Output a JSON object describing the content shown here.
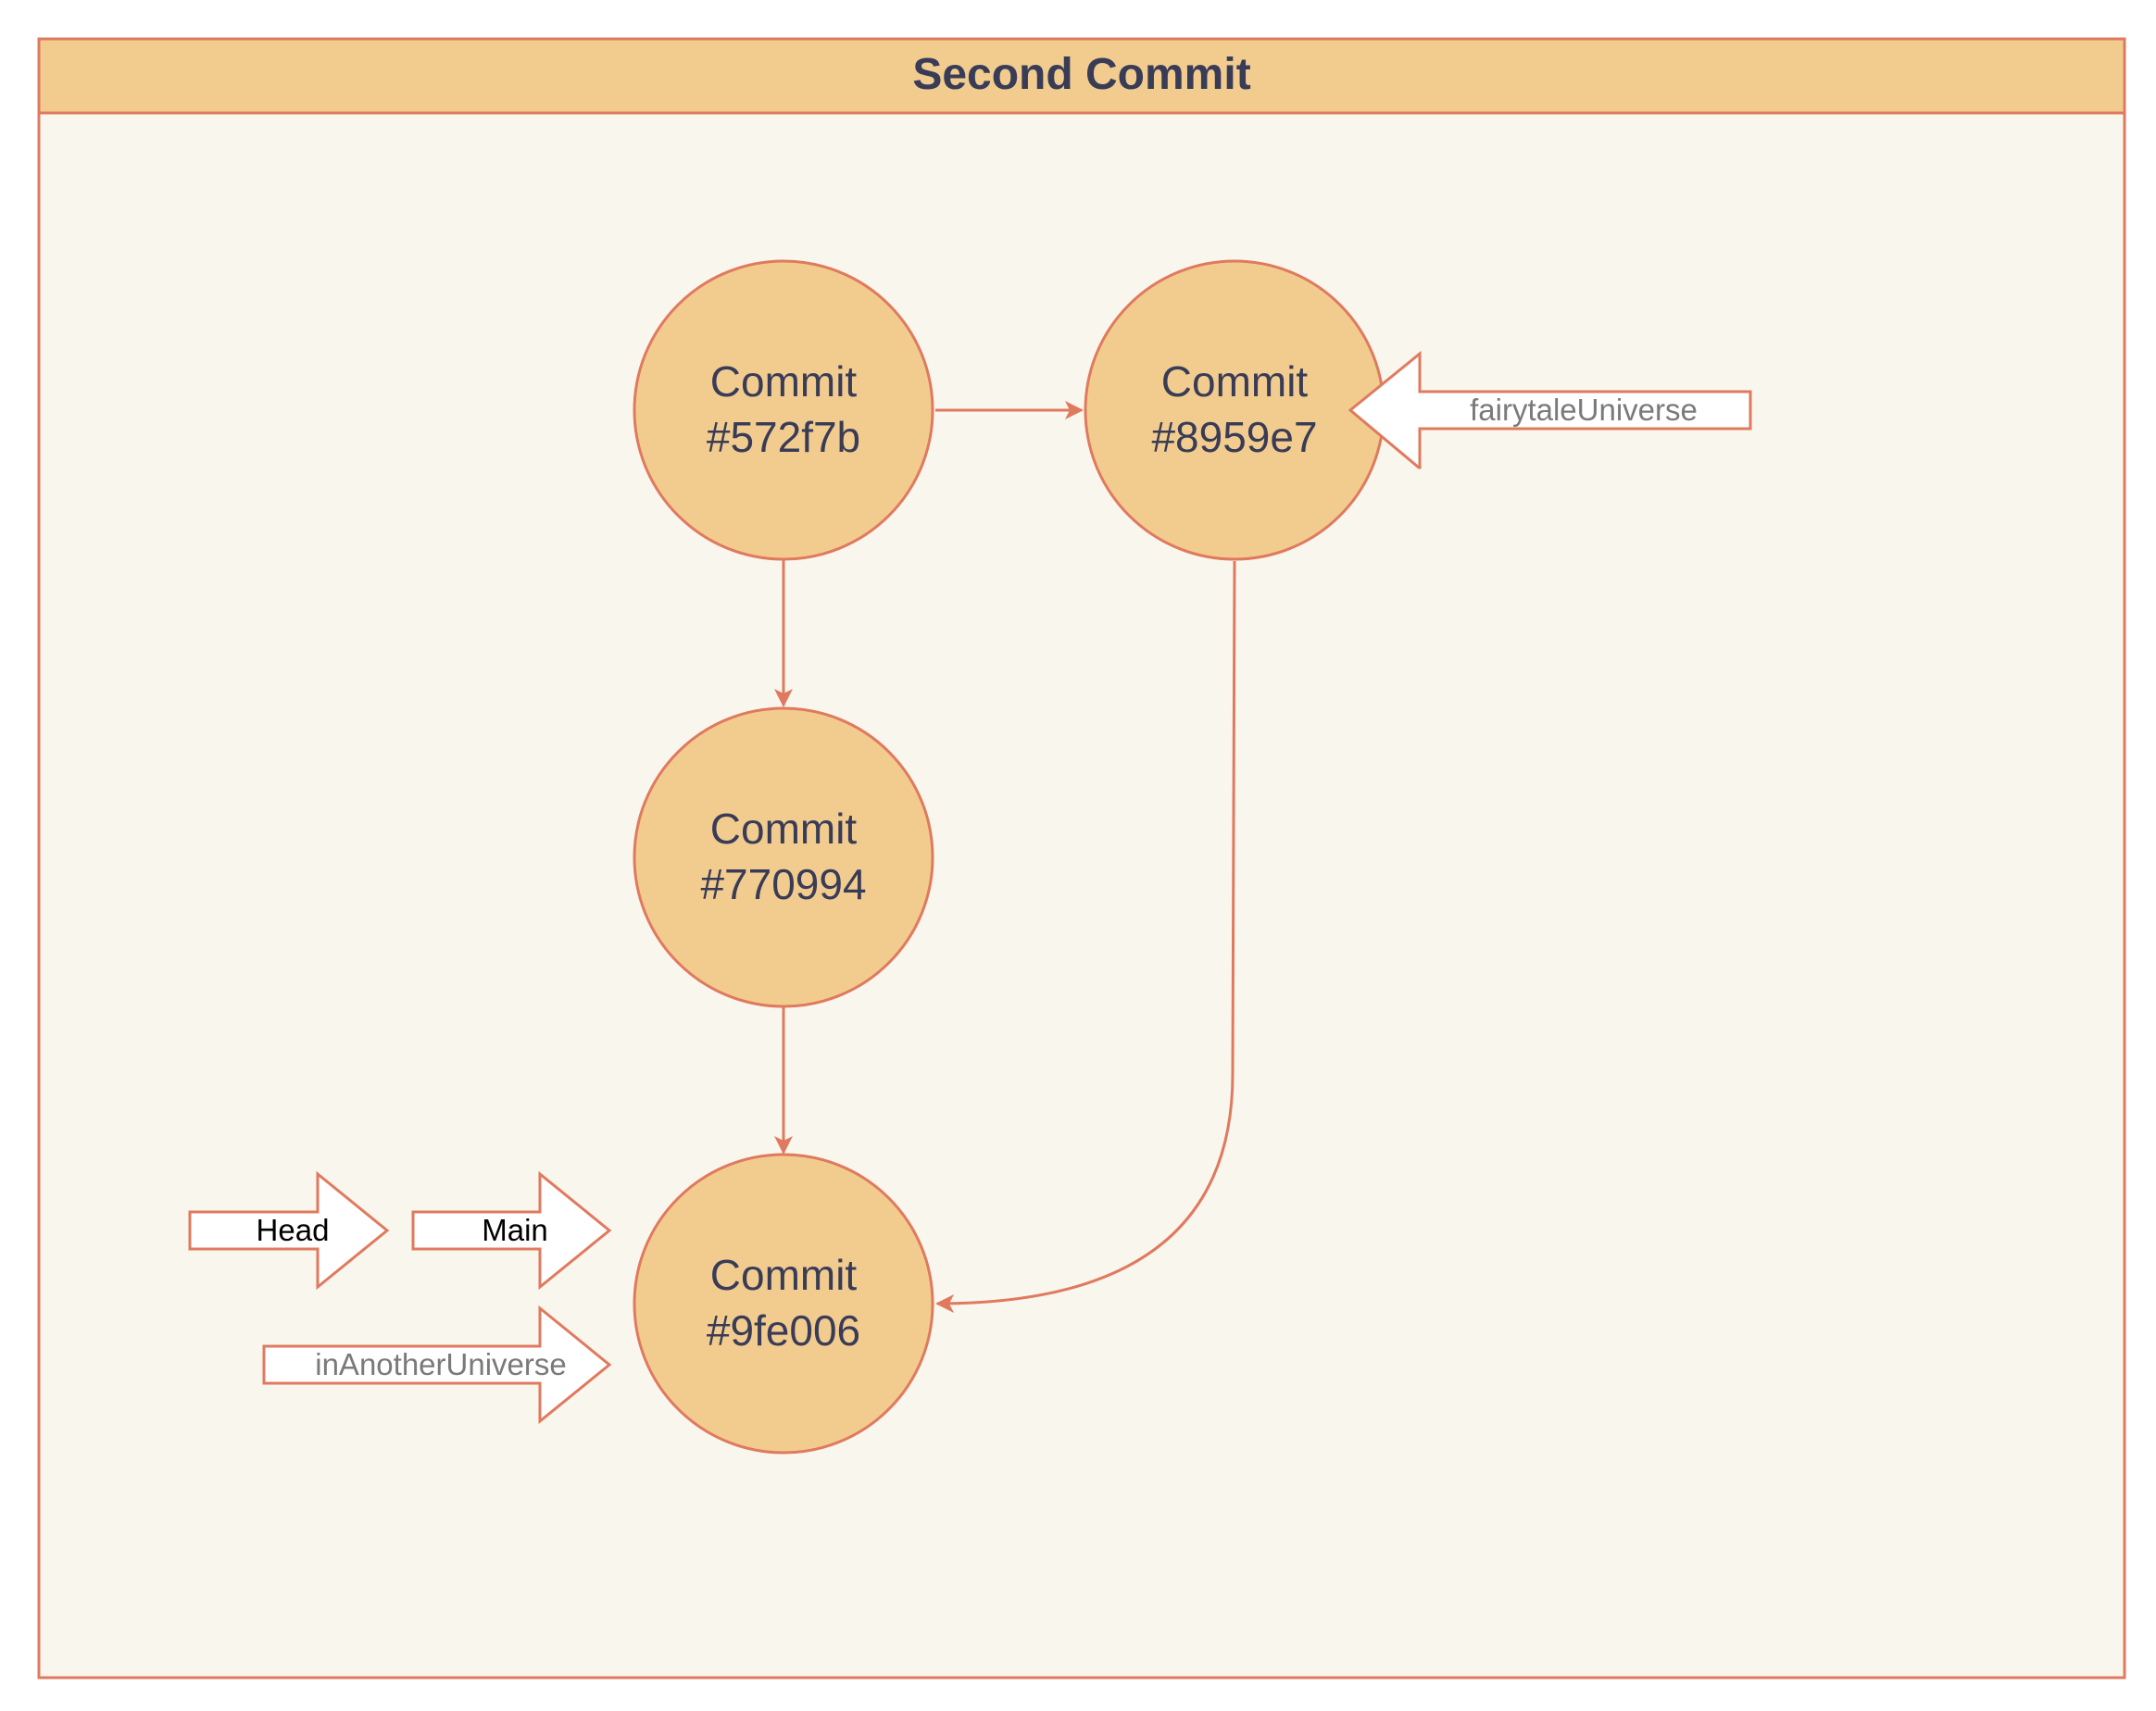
{
  "title": "Second Commit",
  "colors": {
    "background": "#F9F6EE",
    "header": "#F2CC8F",
    "stroke": "#E07A5F",
    "node_fill": "#F2CC8F",
    "text": "#393C56"
  },
  "commits": [
    {
      "id": "c1",
      "label": "Commit",
      "hash": "#572f7b"
    },
    {
      "id": "c2",
      "label": "Commit",
      "hash": "#8959e7"
    },
    {
      "id": "c3",
      "label": "Commit",
      "hash": "#770994"
    },
    {
      "id": "c4",
      "label": "Commit",
      "hash": "#9fe006"
    }
  ],
  "edges": [
    {
      "from": "#572f7b",
      "to": "#8959e7"
    },
    {
      "from": "#572f7b",
      "to": "#770994"
    },
    {
      "from": "#770994",
      "to": "#9fe006"
    },
    {
      "from": "#8959e7",
      "to": "#9fe006"
    }
  ],
  "pointers": [
    {
      "label": "Head",
      "target": "Main"
    },
    {
      "label": "Main",
      "target": "#9fe006"
    },
    {
      "label": "inAnotherUniverse",
      "target": "#9fe006"
    },
    {
      "label": "fairytaleUniverse",
      "target": "#8959e7"
    }
  ]
}
